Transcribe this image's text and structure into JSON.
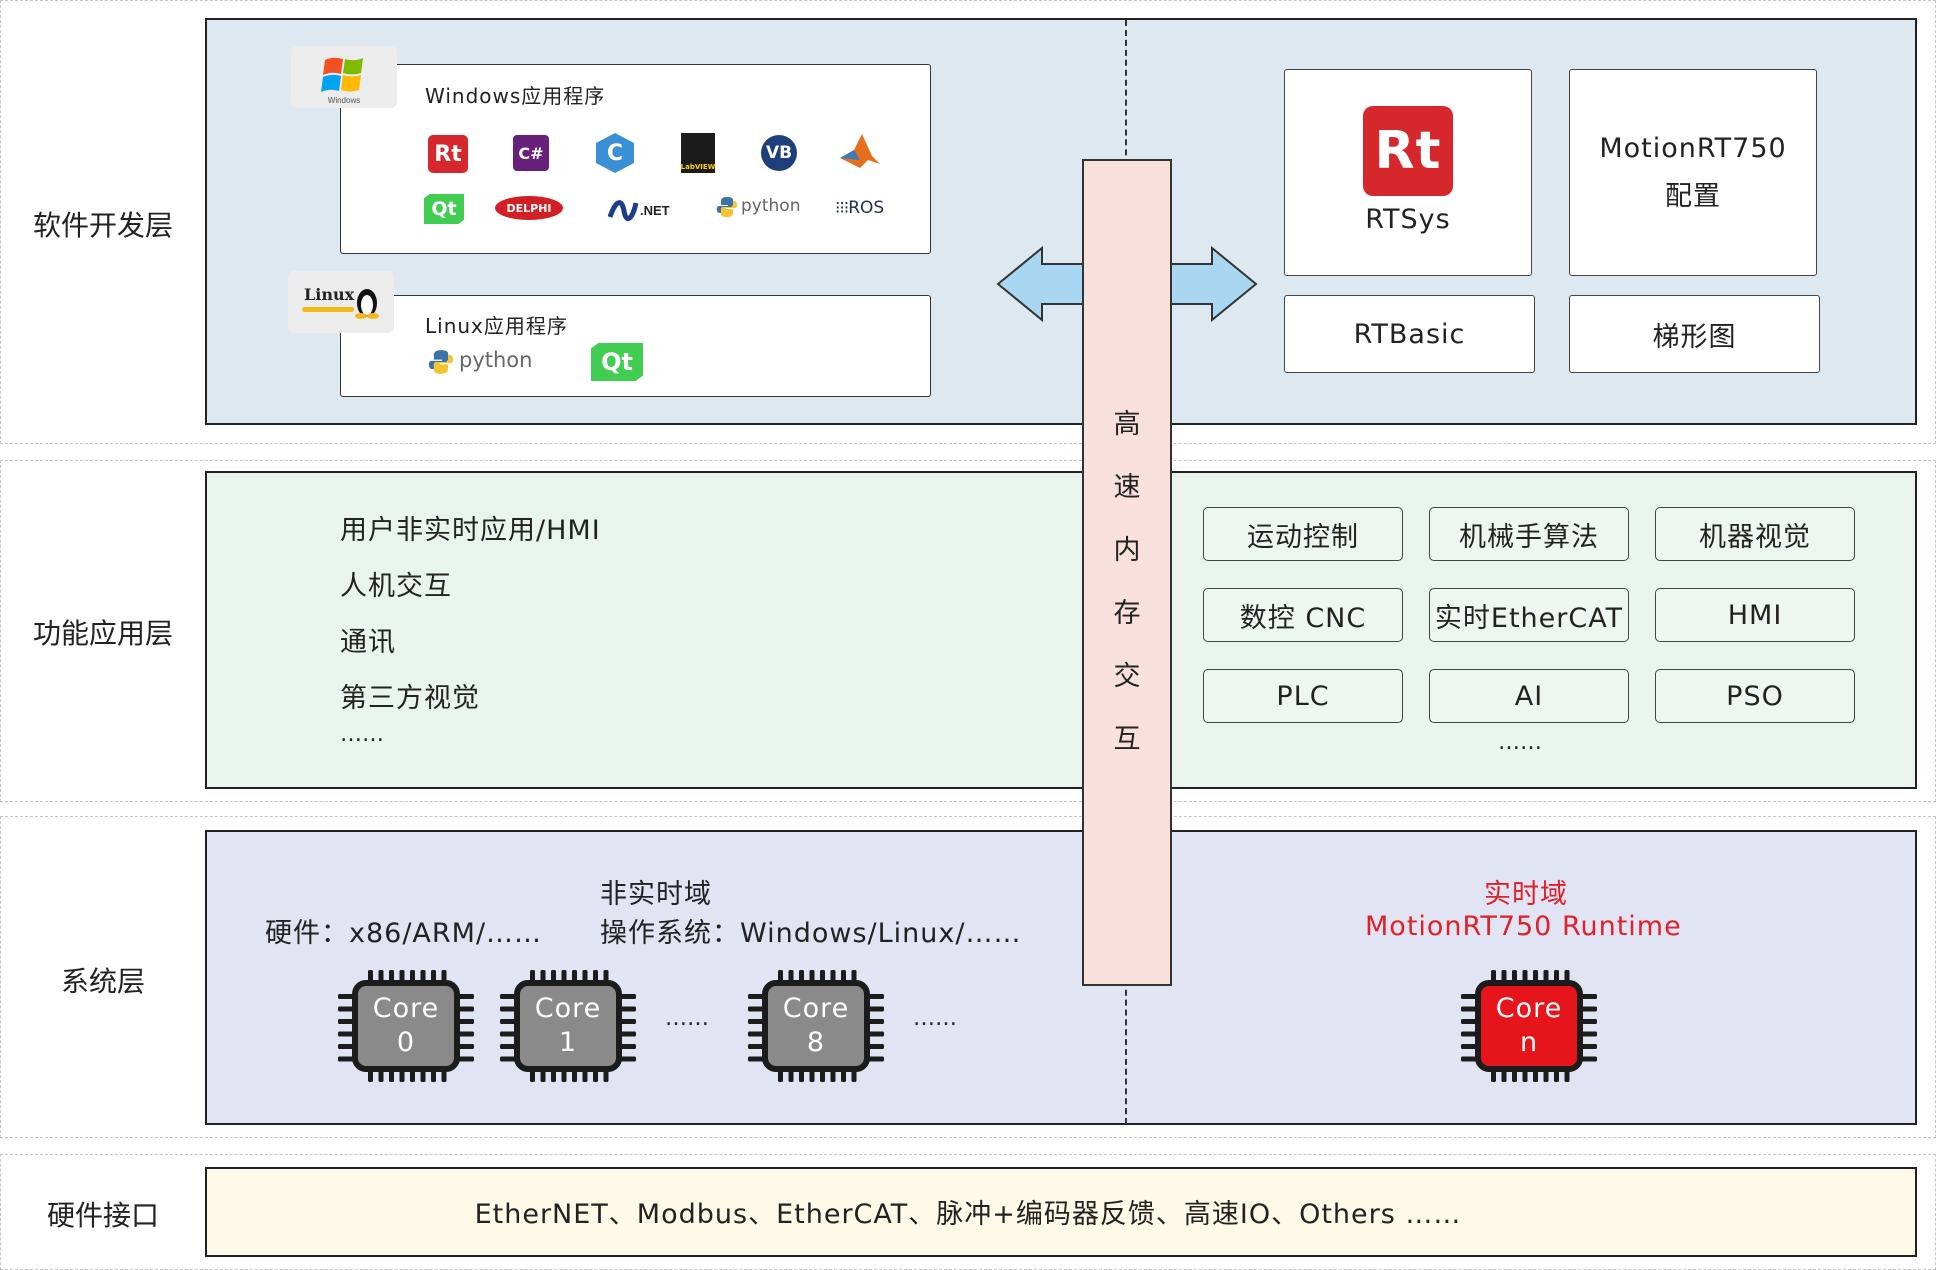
{
  "layers": {
    "software": "软件开发层",
    "function": "功能应用层",
    "system": "系统层",
    "hardware": "硬件接口"
  },
  "windows_apps": {
    "badge_text": "Windows",
    "title": "Windows应用程序",
    "logos": {
      "rt": "Rt",
      "csharp": "C#",
      "c": "C",
      "labview": "LabVIEW",
      "vb": "VB",
      "qt": "Qt",
      "delphi": "DELPHI",
      "net": ".NET",
      "python": "python",
      "ros": "ROS"
    }
  },
  "linux_apps": {
    "badge_text": "Linux",
    "title": "Linux应用程序",
    "logos": {
      "python": "python",
      "qt": "Qt"
    }
  },
  "memory_bar": {
    "chars": [
      "高",
      "速",
      "内",
      "存",
      "交",
      "互"
    ]
  },
  "tools": {
    "rtsys_logo": "Rt",
    "rtsys": "RTSys",
    "config_line1": "MotionRT750",
    "config_line2": "配置",
    "rtbasic": "RTBasic",
    "ladder": "梯形图"
  },
  "nonrt_functions": [
    "用户非实时应用/HMI",
    "人机交互",
    "通讯",
    "第三方视觉",
    "……"
  ],
  "rt_functions": [
    "运动控制",
    "机械手算法",
    "机器视觉",
    "数控 CNC",
    "实时EtherCAT",
    "HMI",
    "PLC",
    "AI",
    "PSO"
  ],
  "rt_functions_more": "……",
  "system": {
    "nonrt_title": "非实时域",
    "hardware_line": "硬件：x86/ARM/……",
    "os_line": "操作系统：Windows/Linux/……",
    "rt_title": "实时域",
    "rt_runtime": "MotionRT750 Runtime",
    "cores": [
      {
        "label": "Core",
        "num": "0"
      },
      {
        "label": "Core",
        "num": "1"
      },
      {
        "label": "Core",
        "num": "8"
      }
    ],
    "ellipsis": "……",
    "rt_core": {
      "label": "Core",
      "num": "n"
    }
  },
  "hardware_interfaces": "EtherNET、Modbus、EtherCAT、脉冲+编码器反馈、高速IO、Others ……",
  "colors": {
    "software_bg": "#dde8f0",
    "function_bg": "#e9f4ec",
    "system_bg": "#e1e4f2",
    "hardware_bg": "#fdfbe8",
    "memory_bg": "#f8e1dc",
    "arrow": "#a9d6f1",
    "realtime_red": "#e0202a",
    "core_gray": "#8a8a8a"
  }
}
